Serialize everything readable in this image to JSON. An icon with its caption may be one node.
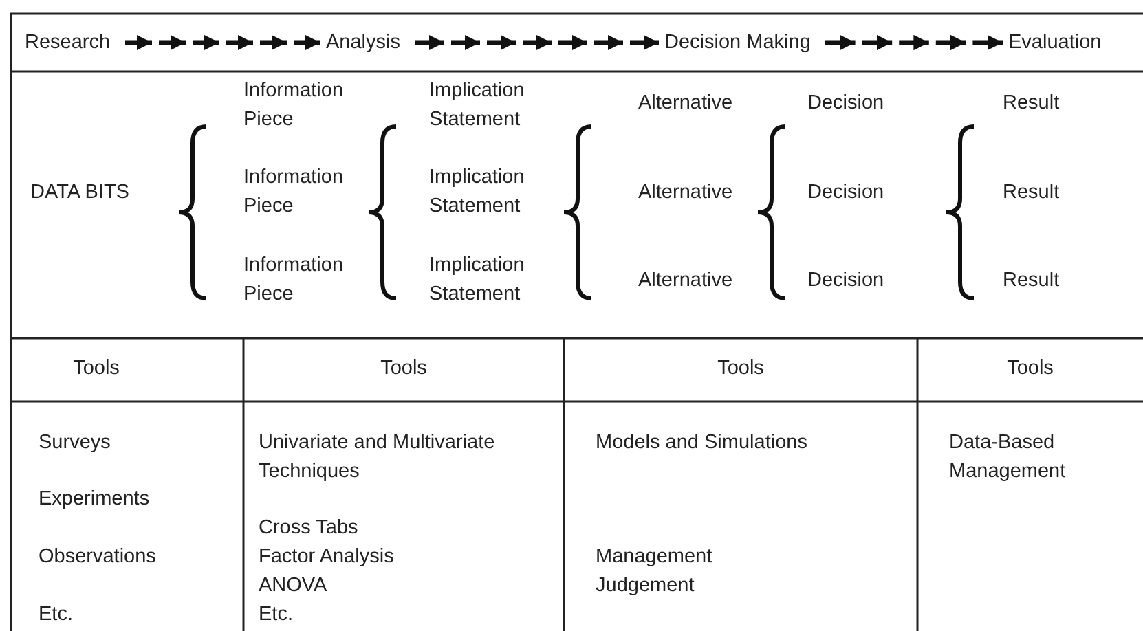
{
  "diagram": {
    "nodes": [
      {
        "text": [
          "Research"
        ]
      },
      {
        "text": [
          "Analysis"
        ]
      },
      {
        "text": [
          "Decision Making"
        ]
      },
      {
        "text": [
          "Evaluation"
        ]
      }
    ],
    "edges": [
      {
        "from": 0,
        "to": 1,
        "arrow": "to"
      },
      {
        "from": 1,
        "to": 2,
        "arrow": "to"
      },
      {
        "from": 2,
        "to": 3,
        "arrow": "to"
      }
    ],
    "labels": [
      "Information Piece",
      "Implication Statement",
      "Alternative",
      "Decision",
      "Result",
      "DATA BITS",
      "Information Piece",
      "Implication Statement",
      "Alternative",
      "Decision",
      "Result",
      "Information Piece",
      "Implication Statement",
      "Alternative",
      "Decision",
      "Result",
      "Tools",
      "Tools",
      "Tools",
      "Tools",
      "Surveys",
      "Experiments",
      "Observations",
      "Etc.",
      "Univariate and Multivariate Techniques",
      "Cross Tabs",
      "Factor Analysis",
      "ANOVA",
      "Etc.",
      "Models and Simulations",
      "Management Judgement",
      "Data-Based Management"
    ]
  }
}
